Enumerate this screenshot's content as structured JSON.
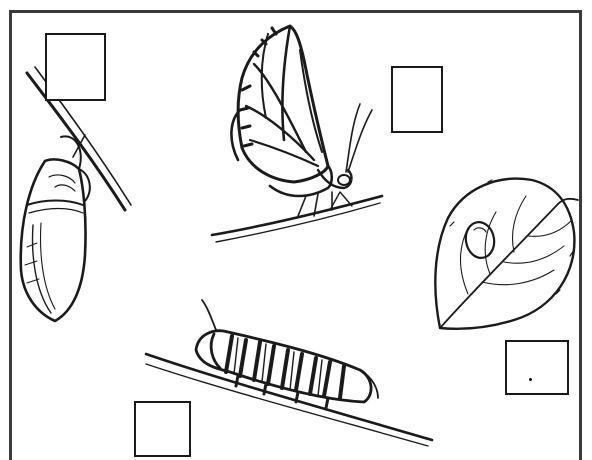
{
  "worksheet": {
    "stages": [
      {
        "id": "chrysalis",
        "icon": "chrysalis-icon",
        "label_box_value": ""
      },
      {
        "id": "butterfly",
        "icon": "butterfly-icon",
        "label_box_value": ""
      },
      {
        "id": "egg",
        "icon": "egg-on-leaf-icon",
        "label_box_value": ""
      },
      {
        "id": "caterpillar",
        "icon": "caterpillar-icon",
        "label_box_value": ""
      }
    ]
  }
}
